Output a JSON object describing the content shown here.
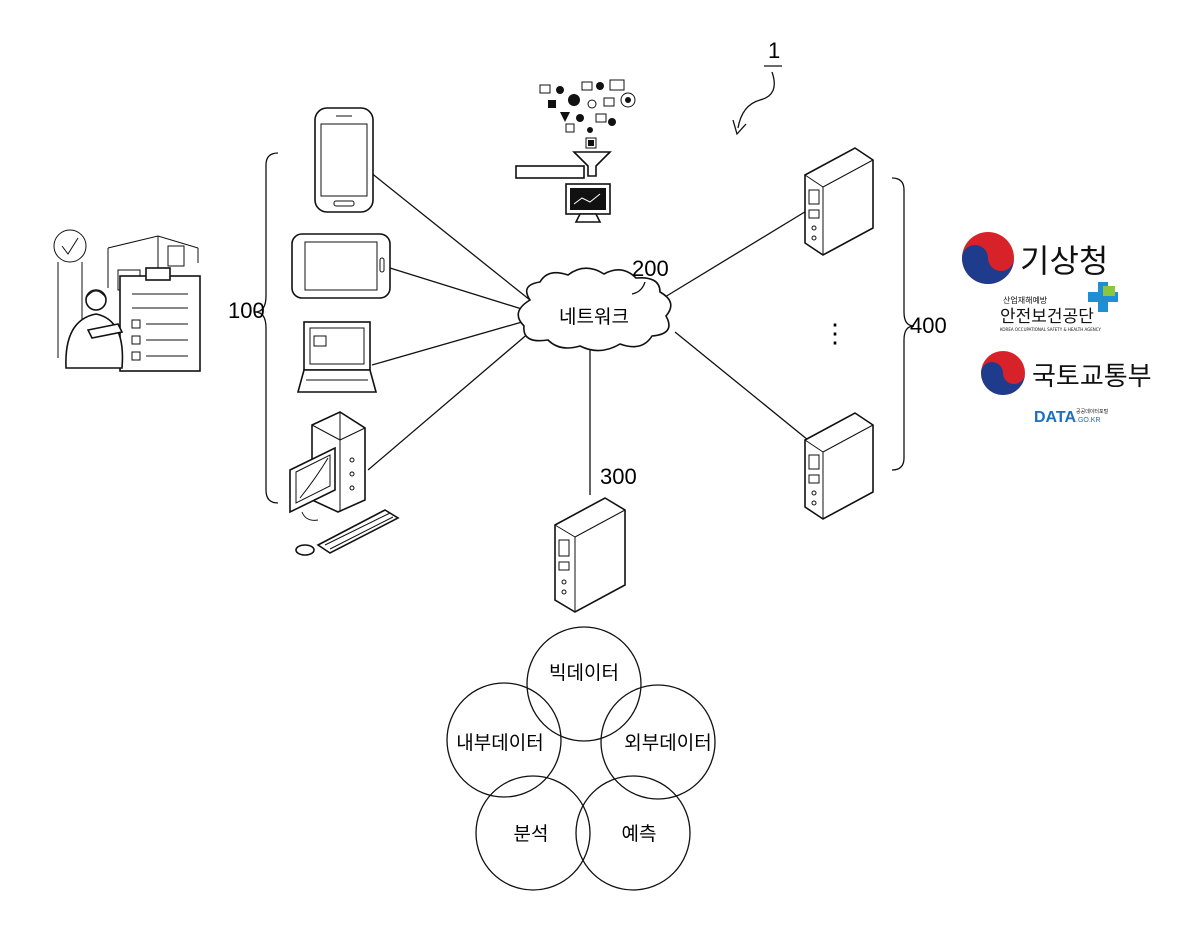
{
  "system_ref": "1",
  "labels": {
    "user_devices": "100",
    "network_ref": "200",
    "network": "네트워크",
    "server_ref": "300",
    "external_servers": "400",
    "dots": "⋮"
  },
  "venn": {
    "top": "빅데이터",
    "left": "내부데이터",
    "right": "외부데이터",
    "bottom_left": "분석",
    "bottom_right": "예측"
  },
  "logos": {
    "kma": "기상청",
    "kosha_small": "산업재해예방",
    "kosha": "안전보건공단",
    "kosha_en": "KOREA OCCUPATIONAL SAFETY & HEALTH AGENCY",
    "molit": "국토교통부",
    "data": "DATA",
    "data_small": "공공데이터포털",
    "data_domain": ".GO.KR"
  },
  "colors": {
    "kma_red": "#d8222a",
    "kma_blue": "#1f3c8c",
    "kosha_blue": "#1e8fd6",
    "kosha_green": "#8cc63f",
    "data_blue": "#1a6fbf"
  }
}
